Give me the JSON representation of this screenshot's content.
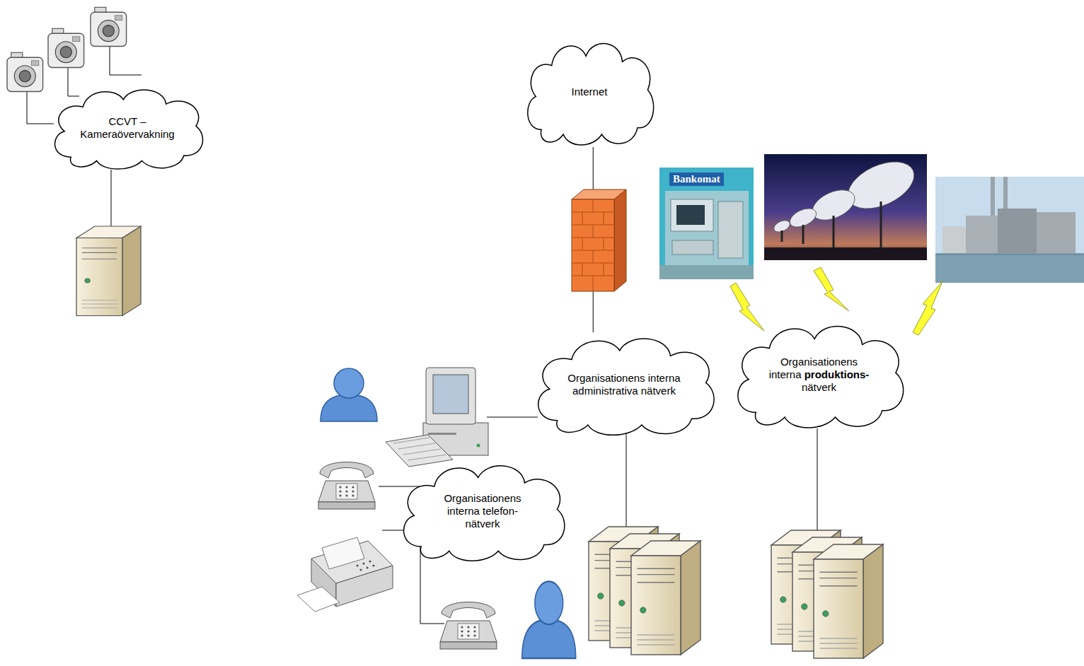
{
  "diagram": {
    "nodes": [
      {
        "text": [
          "CCVT – Kameraövervakning"
        ]
      },
      {
        "text": [
          "Internet"
        ]
      },
      {
        "text": [
          "Organisationens interna administrativa nätverk"
        ]
      },
      {
        "text": [
          "Organisationens interna produktions- nätverk"
        ]
      },
      {
        "text": [
          "Organisationens interna telefon- nätverk"
        ]
      }
    ],
    "edges": [
      {
        "from": 1,
        "to": 2,
        "arrow": "none"
      }
    ],
    "labels": [
      "Bankomat"
    ]
  }
}
